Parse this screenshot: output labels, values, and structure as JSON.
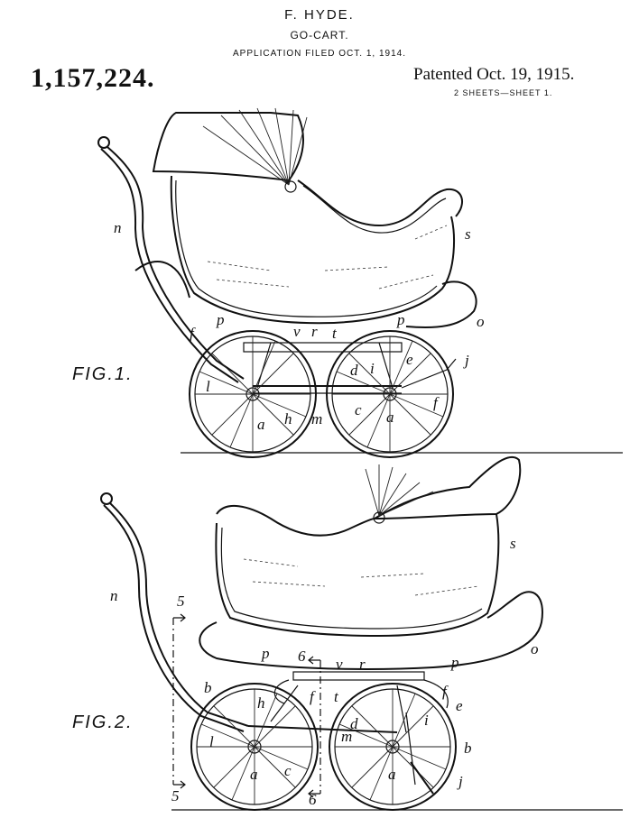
{
  "header": {
    "inventor": "F. HYDE.",
    "title": "GO-CART.",
    "filed": "APPLICATION FILED OCT. 1, 1914.",
    "patent_number": "1,157,224.",
    "patented": "Patented Oct. 19, 1915.",
    "sheets": "2 SHEETS—SHEET 1."
  },
  "figures": {
    "fig1": {
      "caption": "FIG.1.",
      "labels": {
        "n": "n",
        "s": "s",
        "o": "o",
        "f1": "f",
        "p1": "p",
        "v": "v",
        "r": "r",
        "t": "t",
        "p2": "p",
        "j": "j",
        "d": "d",
        "i": "i",
        "e": "e",
        "l": "l",
        "f2": "f",
        "c": "c",
        "a1": "a",
        "h": "h",
        "m": "m",
        "a2": "a"
      }
    },
    "fig2": {
      "caption": "FIG.2.",
      "labels": {
        "n": "n",
        "s": "s",
        "o": "o",
        "sec5a": "5",
        "sec5b": "5",
        "sec6a": "6",
        "sec6b": "6",
        "p1": "p",
        "v": "v",
        "r": "r",
        "p2": "p",
        "b1": "b",
        "h": "h",
        "f1": "f",
        "t": "t",
        "f2": "f",
        "e": "e",
        "d": "d",
        "i": "i",
        "l": "l",
        "m": "m",
        "b2": "b",
        "c": "c",
        "a1": "a",
        "a2": "a",
        "j": "j"
      }
    }
  }
}
